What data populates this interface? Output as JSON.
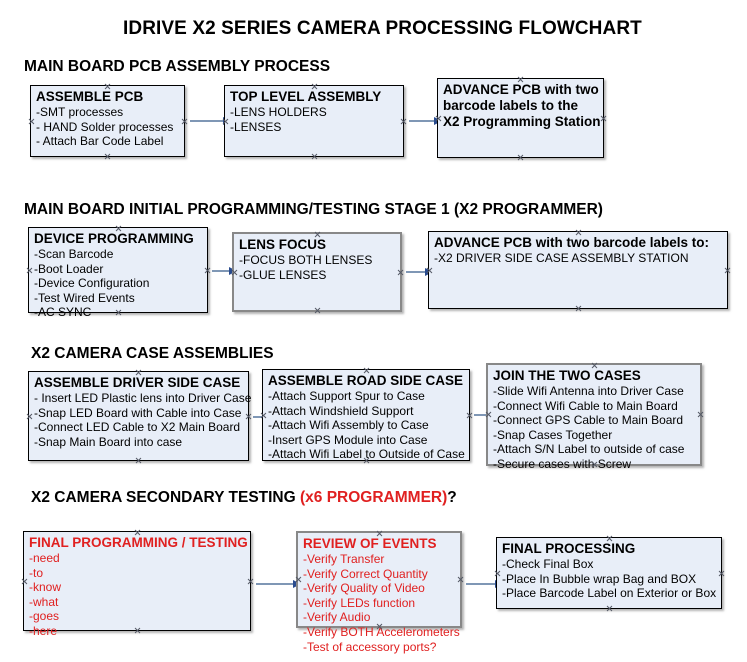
{
  "document": {
    "title": "IDRIVE X2  SERIES CAMERA PROCESSING FLOWCHART"
  },
  "colors": {
    "box_fill": "#e8eef8",
    "box_border": "#000000",
    "box_border_gray": "#888888",
    "arrow_line": "#7f97b5",
    "arrow_head": "#2a4c8f",
    "red_text": "#e02020",
    "black_text": "#000000",
    "page_background": "#ffffff"
  },
  "sections": [
    {
      "id": "main-board-pcb-assembly",
      "heading": "MAIN BOARD PCB ASSEMBLY PROCESS",
      "heading_red_suffix": "",
      "boxes": [
        {
          "id": "assemble-pcb",
          "title": "ASSEMBLE PCB",
          "red": false,
          "lines": [
            "-SMT processes",
            "- HAND Solder processes",
            "- Attach Bar Code Label"
          ]
        },
        {
          "id": "top-level-assembly",
          "title": "TOP LEVEL ASSEMBLY",
          "red": false,
          "lines": [
            "-LENS HOLDERS",
            "-LENSES"
          ]
        },
        {
          "id": "advance-pcb-programming-station",
          "title": "ADVANCE PCB with two",
          "red": false,
          "lines": [
            "barcode labels to the",
            " X2 Programming Station"
          ]
        }
      ]
    },
    {
      "id": "main-board-initial-programming",
      "heading": "MAIN BOARD INITIAL PROGRAMMING/TESTING STAGE 1 (X2 PROGRAMMER)",
      "heading_red_suffix": "",
      "boxes": [
        {
          "id": "device-programming",
          "title": "DEVICE PROGRAMMING",
          "red": false,
          "lines": [
            "-Scan Barcode",
            "-Boot Loader",
            "-Device Configuration",
            "-Test Wired Events",
            "-AC SYNC"
          ]
        },
        {
          "id": "lens-focus",
          "title": "LENS FOCUS",
          "red": false,
          "lines": [
            "-FOCUS BOTH LENSES",
            "-GLUE LENSES"
          ]
        },
        {
          "id": "advance-pcb-driver-side-case",
          "title": "ADVANCE PCB with two barcode labels to:",
          "red": false,
          "lines": [
            "-X2 DRIVER  SIDE  CASE  ASSEMBLY STATION"
          ]
        }
      ]
    },
    {
      "id": "x2-camera-case-assemblies",
      "heading": "X2 CAMERA CASE ASSEMBLIES",
      "heading_red_suffix": "",
      "boxes": [
        {
          "id": "assemble-driver-side-case",
          "title": "ASSEMBLE DRIVER SIDE CASE",
          "red": false,
          "lines": [
            "- Insert LED Plastic lens into Driver Case",
            "-Snap LED Board with Cable into Case",
            "-Connect LED Cable to X2 Main Board",
            "-Snap Main Board into case"
          ]
        },
        {
          "id": "assemble-road-side-case",
          "title": "ASSEMBLE ROAD SIDE CASE",
          "red": false,
          "lines": [
            "-Attach Support Spur to Case",
            "-Attach Windshield Support",
            "-Attach Wifi Assembly to Case",
            "-Insert GPS Module into Case",
            "-Attach Wifi Label to Outside of Case"
          ]
        },
        {
          "id": "join-the-two-cases",
          "title": "JOIN THE TWO CASES",
          "red": false,
          "lines": [
            "-Slide Wifi Antenna into Driver Case",
            "-Connect Wifi Cable to Main Board",
            "-Connect GPS Cable to Main Board",
            "-Snap Cases Together",
            "-Attach S/N Label to outside of case",
            "-Secure cases with Screw"
          ]
        }
      ]
    },
    {
      "id": "x2-camera-secondary-testing",
      "heading": "X2 CAMERA SECONDARY TESTING ",
      "heading_red_suffix": "(x6 PROGRAMMER)",
      "heading_black_tail": "?",
      "boxes": [
        {
          "id": "final-programming-testing",
          "title": "FINAL PROGRAMMING / TESTING",
          "red": true,
          "lines": [
            "-need",
            "-to",
            "-know",
            "-what",
            "-goes",
            "-here"
          ]
        },
        {
          "id": "review-of-events",
          "title": "REVIEW OF EVENTS",
          "red": true,
          "lines": [
            "-Verify Transfer",
            "-Verify Correct Quantity",
            "-Verify Quality of Video",
            "-Verify LEDs function",
            "-Verify Audio",
            "-Verify BOTH Accelerometers",
            "-Test of accessory ports?"
          ]
        },
        {
          "id": "final-processing",
          "title": "FINAL PROCESSING",
          "red": false,
          "lines": [
            " -Check Final Box",
            "-Place In Bubble wrap Bag and BOX",
            "-Place Barcode Label on Exterior or Box"
          ]
        }
      ]
    }
  ]
}
